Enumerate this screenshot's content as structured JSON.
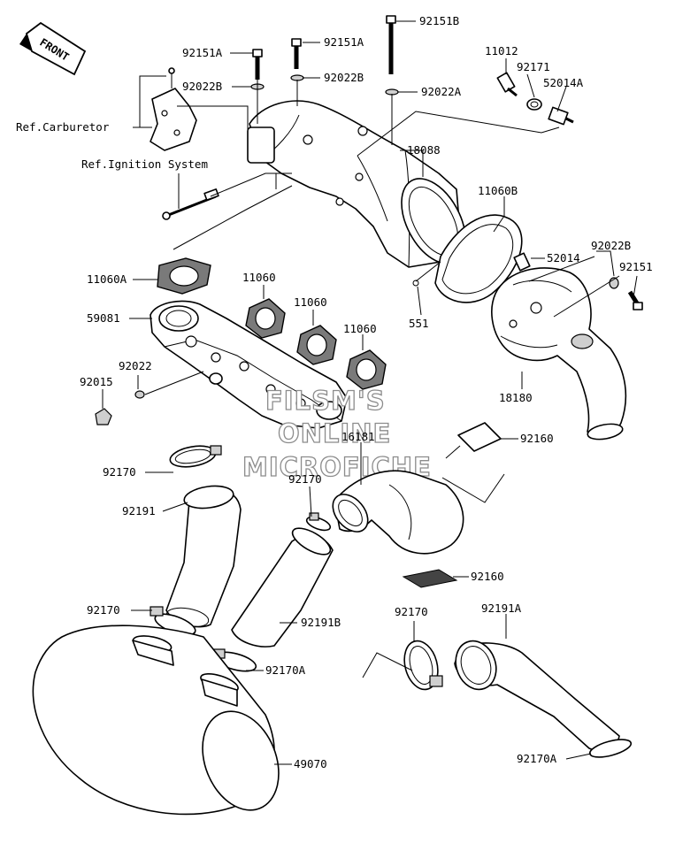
{
  "front_badge": "FRONT",
  "watermark": {
    "line1": "FILSM'S",
    "line2": "ONLINE",
    "line3": "MICROFICHE"
  },
  "refs": {
    "carburetor": "Ref.Carburetor",
    "ignition": "Ref.Ignition System"
  },
  "labels": {
    "p92151A_top": "92151A",
    "p92151A_mid": "92151A",
    "p92151B": "92151B",
    "p92022B_left": "92022B",
    "p92022B_mid": "92022B",
    "p92022A": "92022A",
    "p11012": "11012",
    "p92171": "92171",
    "p52014A": "52014A",
    "p18088": "18088",
    "p11060B": "11060B",
    "p52014": "52014",
    "p92022B_right": "92022B",
    "p92151_right": "92151",
    "p11060A": "11060A",
    "p11060_1": "11060",
    "p11060_2": "11060",
    "p11060_3": "11060",
    "p551": "551",
    "p59081": "59081",
    "p92022": "92022",
    "p92015": "92015",
    "p18180": "18180",
    "p16181": "16181",
    "p92160_top": "92160",
    "p92170_a": "92170",
    "p92170_b": "92170",
    "p92191": "92191",
    "p92160_bottom": "92160",
    "p92170_c": "92170",
    "p92191A": "92191A",
    "p92170_d": "92170",
    "p92191B": "92191B",
    "p92170A_mid": "92170A",
    "p92170A_bottom": "92170A",
    "p49070": "49070"
  }
}
